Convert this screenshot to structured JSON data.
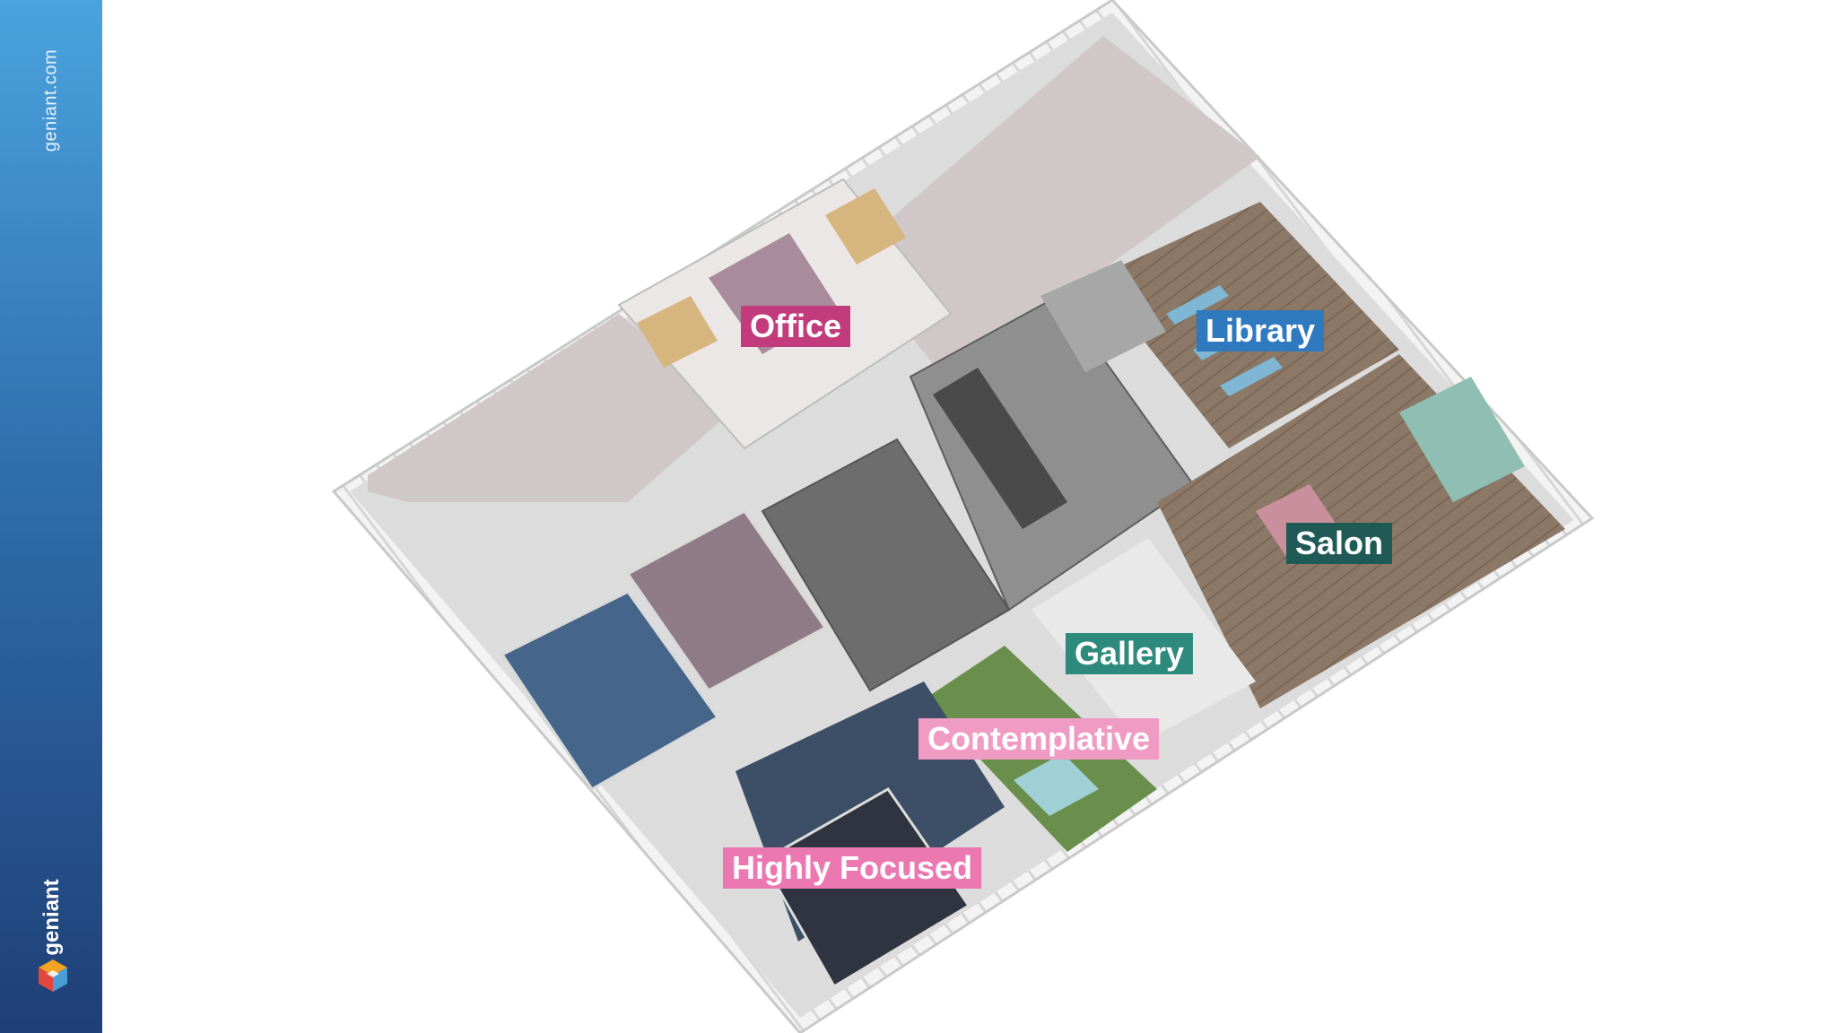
{
  "sidebar": {
    "url": "geniant.com",
    "brand": "geniant",
    "logo_icon": "geniant-hexagon-logo-icon"
  },
  "zones": {
    "office": "Office",
    "library": "Library",
    "salon": "Salon",
    "gallery": "Gallery",
    "contemplative": "Contemplative",
    "highly_focused": "Highly Focused"
  },
  "colors": {
    "office": "#c23c7d",
    "library": "#2f79bf",
    "salon": "#1f5a57",
    "gallery": "#2e8a7d",
    "contemplative": "#f09bc4",
    "highly_focused": "#ec78b2",
    "sidebar_top": "#4aa3de",
    "sidebar_bottom": "#1f3f76"
  }
}
